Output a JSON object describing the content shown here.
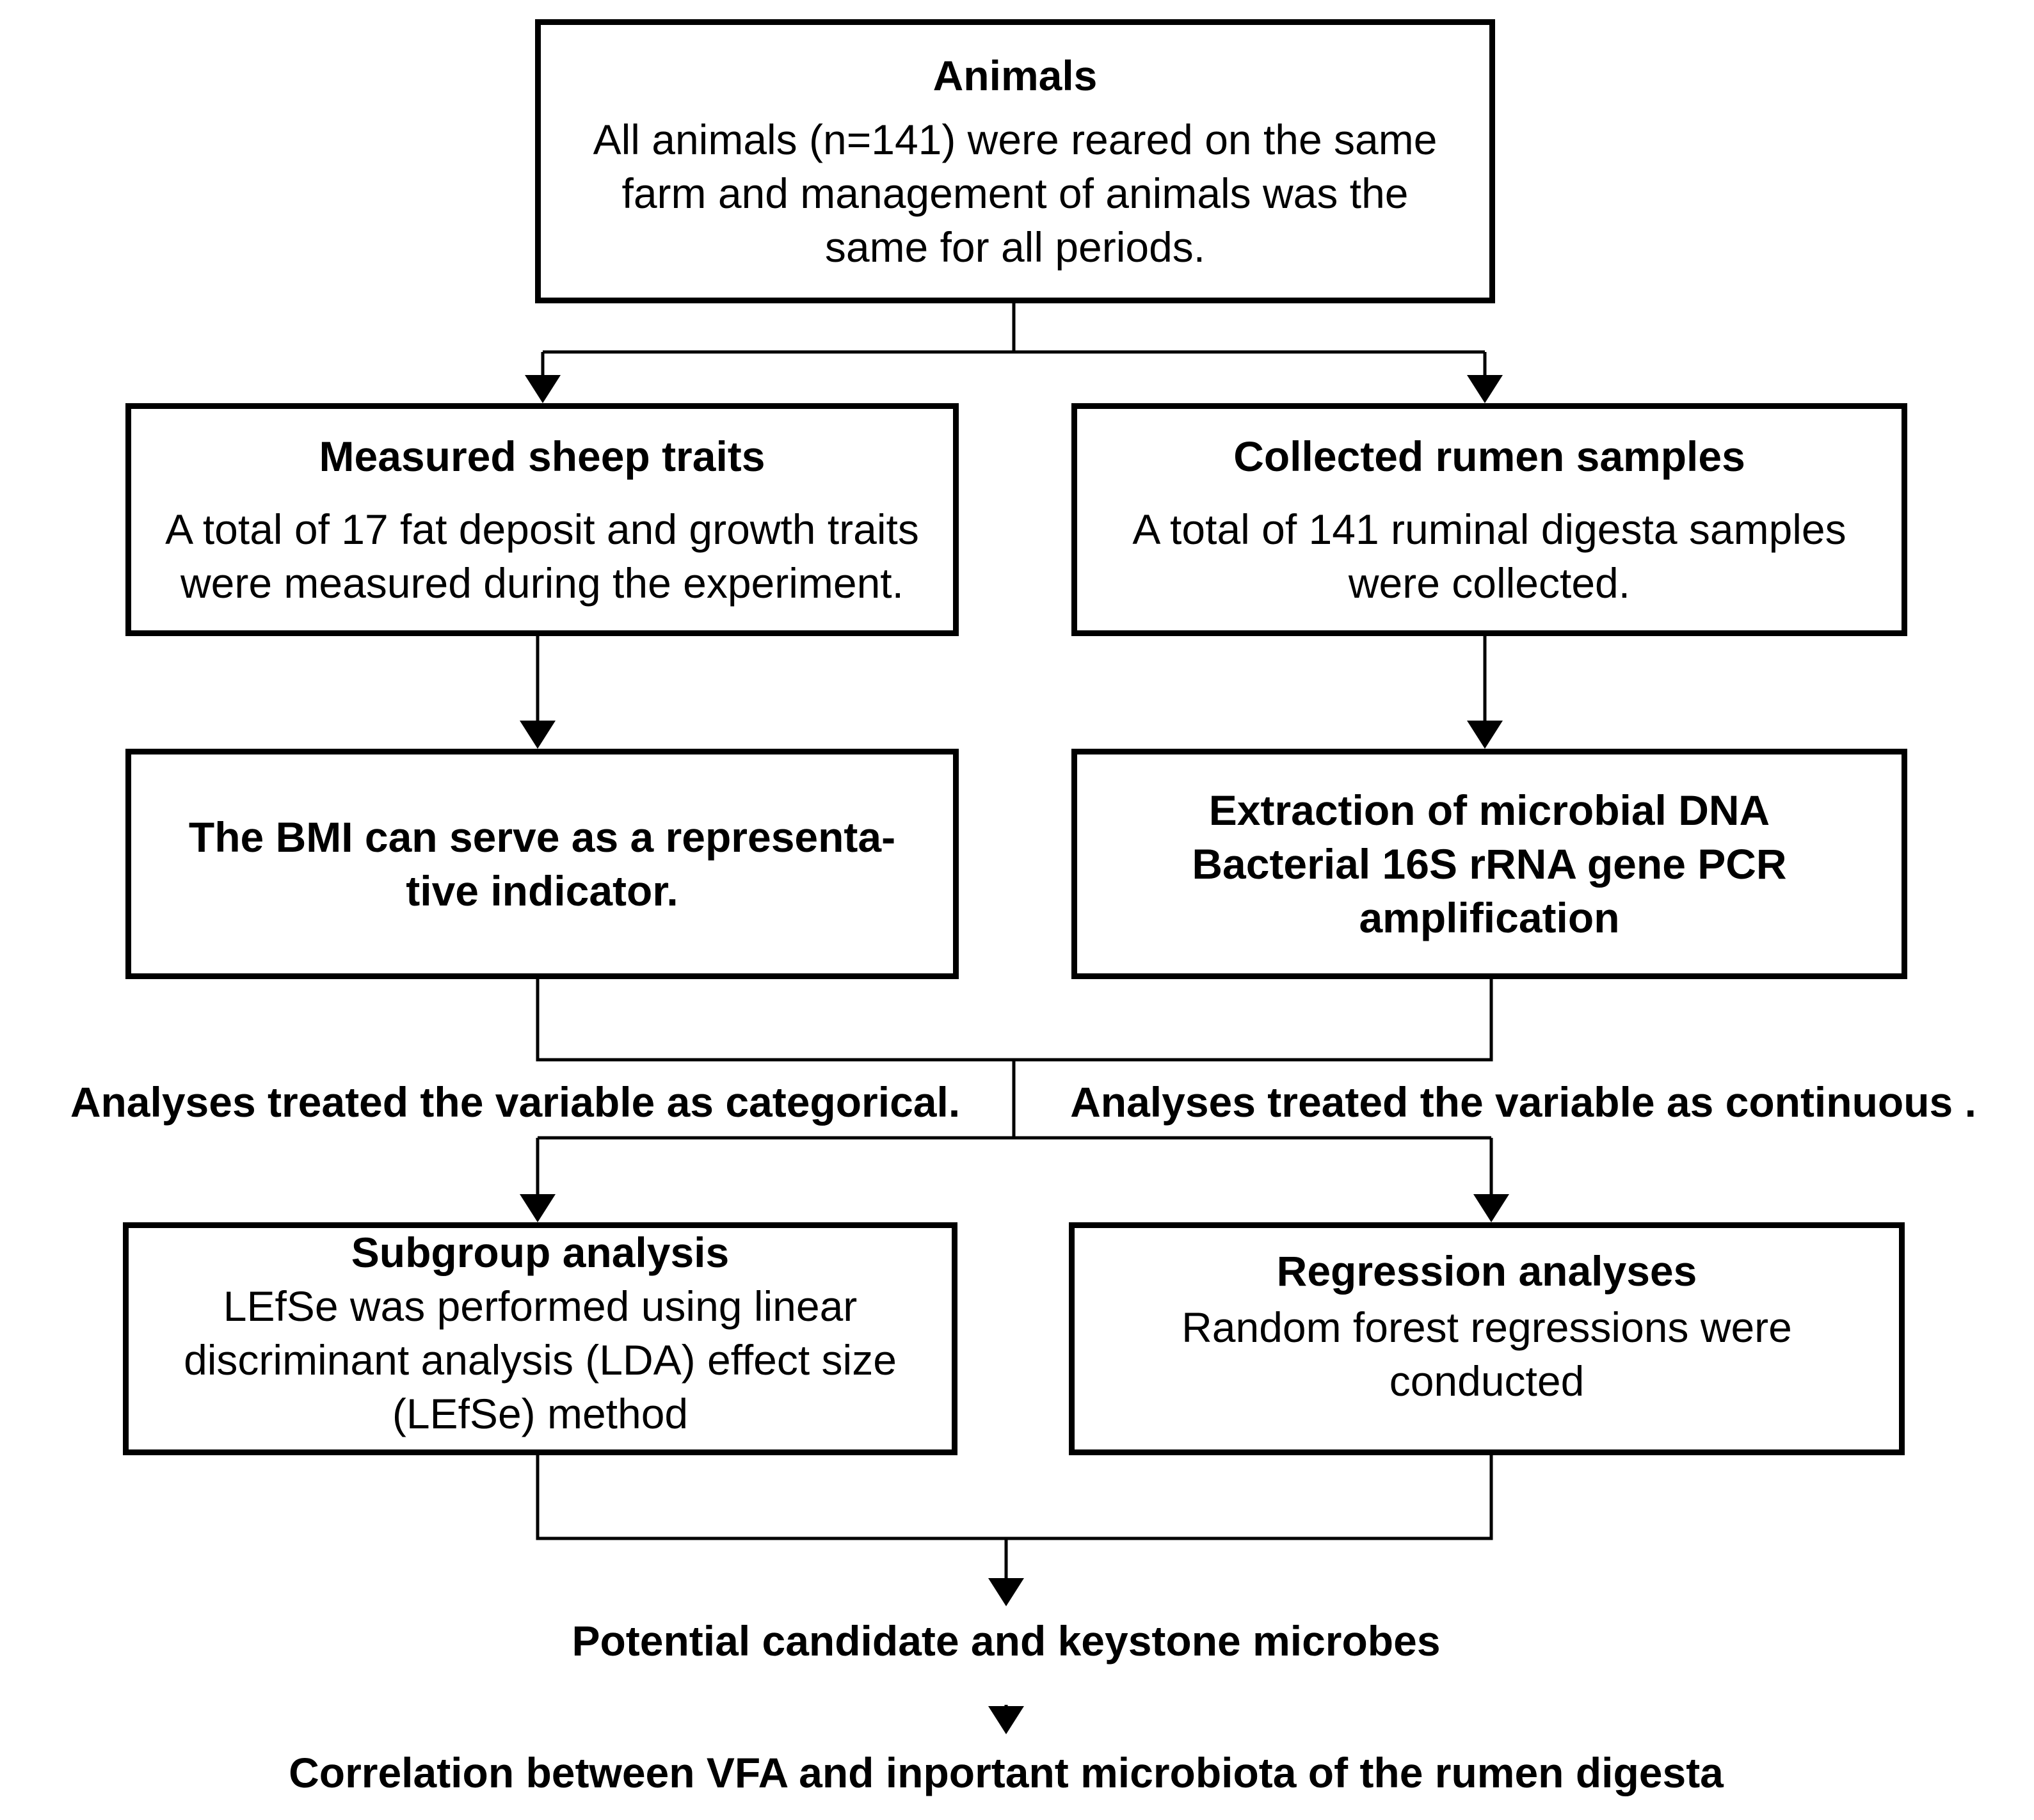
{
  "animals": {
    "title": "Animals",
    "lines": [
      "All animals (n=141) were reared on the same",
      "farm and management of animals was the",
      "same for all periods."
    ]
  },
  "traits": {
    "title": "Measured sheep traits",
    "lines": [
      "A total of 17 fat deposit and growth traits",
      "were measured during the experiment."
    ]
  },
  "rumen": {
    "title": "Collected rumen samples",
    "lines": [
      "A total of 141 ruminal digesta samples",
      "were collected."
    ]
  },
  "bmi": {
    "lines": [
      "The BMI can serve as a representa-",
      "tive indicator."
    ]
  },
  "extraction": {
    "lines": [
      "Extraction of microbial DNA",
      "Bacterial 16S rRNA gene PCR",
      "amplification"
    ]
  },
  "branch_labels": {
    "categorical": "Analyses treated the variable as categorical.",
    "continuous": "Analyses treated the variable as continuous ."
  },
  "subgroup": {
    "title": "Subgroup analysis",
    "lines": [
      "LEfSe was performed using linear",
      "discriminant analysis (LDA) effect size",
      "(LEfSe) method"
    ]
  },
  "regression": {
    "title": "Regression analyses",
    "lines": [
      "Random forest regressions were",
      "conducted"
    ]
  },
  "outcome_1": "Potential candidate and keystone microbes",
  "outcome_2": "Correlation between VFA and inportant microbiota of the  rumen digesta"
}
